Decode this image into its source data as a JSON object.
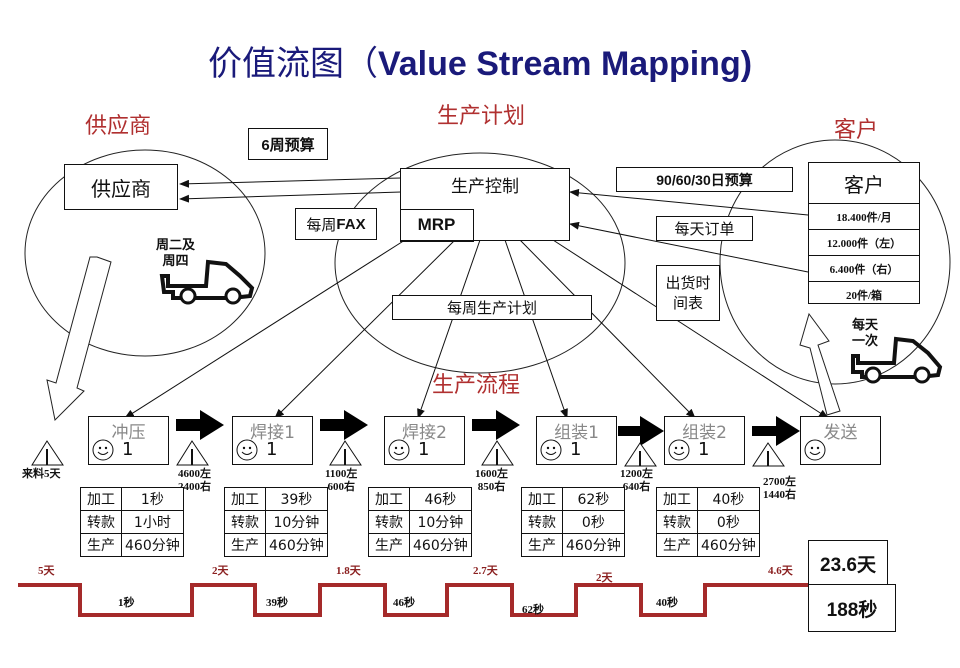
{
  "title": {
    "zh": "价值流图（",
    "en": "Value Stream Mapping)"
  },
  "sections": {
    "supplier": "供应商",
    "planning": "生产计划",
    "customer": "客户",
    "process_flow": "生产流程"
  },
  "supplier_box": "供应商",
  "six_week_forecast": "6周预算",
  "weekly_fax": {
    "zh": "每周",
    "en": "FAX"
  },
  "production_control": "生产控制",
  "mrp": "MRP",
  "forecast_90_60_30": "90/60/30日预算",
  "daily_order": "每天订单",
  "ship_schedule": [
    "出货时",
    "间表"
  ],
  "weekly_schedule": "每周生产计划",
  "supplier_truck": [
    "周二及",
    "周四"
  ],
  "customer_truck": [
    "每天",
    "一次"
  ],
  "customer_box": {
    "title": "客户",
    "rows": [
      "18.400件/月",
      "12.000件（左）",
      "6.400件（右）",
      "20件/箱"
    ]
  },
  "processes": [
    {
      "name": "冲压",
      "operators": "1"
    },
    {
      "name": "焊接1",
      "operators": "1"
    },
    {
      "name": "焊接2",
      "operators": "1"
    },
    {
      "name": "组装1",
      "operators": "1"
    },
    {
      "name": "组装2",
      "operators": "1"
    },
    {
      "name": "发送",
      "operators": ""
    }
  ],
  "inventories": [
    [
      "来料5天"
    ],
    [
      "4600左",
      "2400右"
    ],
    [
      "1100左",
      "600右"
    ],
    [
      "1600左",
      "850右"
    ],
    [
      "1200左",
      "640右"
    ],
    [
      "2700左",
      "1440右"
    ]
  ],
  "data_boxes": [
    {
      "rows": [
        [
          "加工",
          "1秒"
        ],
        [
          "转款",
          "1小时"
        ],
        [
          "生产",
          "460分钟"
        ]
      ]
    },
    {
      "rows": [
        [
          "加工",
          "39秒"
        ],
        [
          "转款",
          "10分钟"
        ],
        [
          "生产",
          "460分钟"
        ]
      ]
    },
    {
      "rows": [
        [
          "加工",
          "46秒"
        ],
        [
          "转款",
          "10分钟"
        ],
        [
          "生产",
          "460分钟"
        ]
      ]
    },
    {
      "rows": [
        [
          "加工",
          "62秒"
        ],
        [
          "转款",
          "0秒"
        ],
        [
          "生产",
          "460分钟"
        ]
      ]
    },
    {
      "rows": [
        [
          "加工",
          "40秒"
        ],
        [
          "转款",
          "0秒"
        ],
        [
          "生产",
          "460分钟"
        ]
      ]
    }
  ],
  "timeline": {
    "days": [
      "5天",
      "2天",
      "1.8天",
      "2.7天",
      "2天",
      "4.6天"
    ],
    "seconds": [
      "1秒",
      "39秒",
      "46秒",
      "62秒",
      "40秒"
    ],
    "total_lead_time": "23.6天",
    "total_process_time": "188秒",
    "color": "#a52a2a"
  }
}
